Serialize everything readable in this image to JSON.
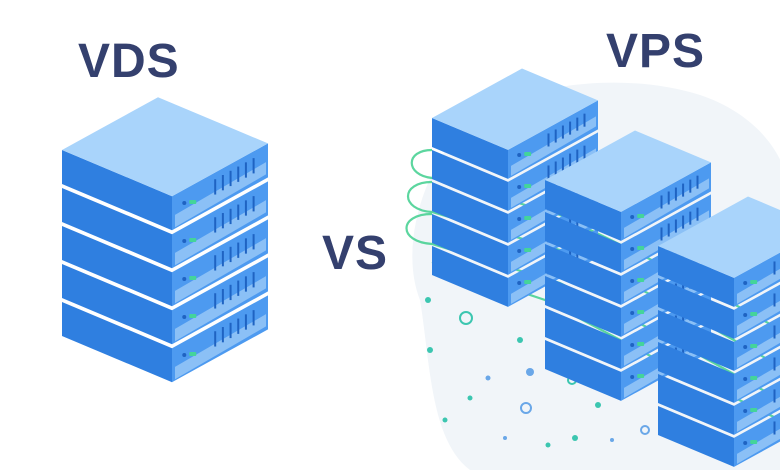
{
  "labels": {
    "left": "VDS",
    "middle": "VS",
    "right": "VPS"
  },
  "colors": {
    "text": "#34406e",
    "server_top": "#a9d4fb",
    "server_left": "#2f7fe0",
    "server_right": "#4d9af0",
    "server_front_light": "#bfe0fb",
    "vent": "#1f63c2",
    "led": "#44d49a",
    "cable": "#3fcf8e",
    "cloud": "#f1f5f9",
    "dot_teal": "#3cc6b0",
    "dot_blue": "#6aa7e8"
  },
  "icons": {
    "left_stack": "server-stack-icon",
    "right_group": "server-cluster-icon"
  }
}
